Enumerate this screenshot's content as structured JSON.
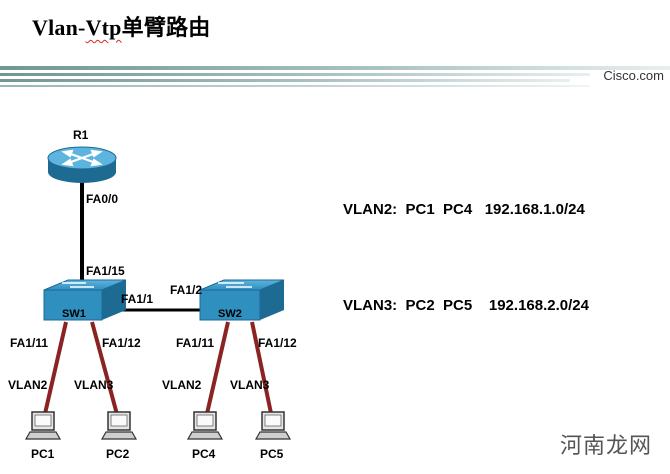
{
  "header": {
    "title_prefix": "Vlan-",
    "title_vtp": "Vtp",
    "title_suffix": "单臂路由",
    "brand": "Cisco.com"
  },
  "vlan_info": {
    "line1": "VLAN2:  PC1  PC4   192.168.1.0/24",
    "line2": "VLAN3:  PC2  PC5    192.168.2.0/24"
  },
  "devices": {
    "router": "R1",
    "sw1": "SW1",
    "sw2": "SW2",
    "pc1": "PC1",
    "pc2": "PC2",
    "pc4": "PC4",
    "pc5": "PC5"
  },
  "ports": {
    "r1_fa00": "FA0/0",
    "sw1_fa115": "FA1/15",
    "sw1_fa11": "FA1/1",
    "sw2_fa12": "FA1/2",
    "sw1_fa111": "FA1/11",
    "sw1_fa112": "FA1/12",
    "sw2_fa111": "FA1/11",
    "sw2_fa112": "FA1/12"
  },
  "vlan_links": {
    "pc1": "VLAN2",
    "pc2": "VLAN3",
    "pc4": "VLAN2",
    "pc5": "VLAN3"
  },
  "watermark": "河南龙网",
  "colors": {
    "device_blue": "#2f8fbf",
    "device_dark": "#1d6a93",
    "trunk_link": "#000000",
    "access_link": "#8b2323",
    "banner_green": "#6f9696"
  }
}
